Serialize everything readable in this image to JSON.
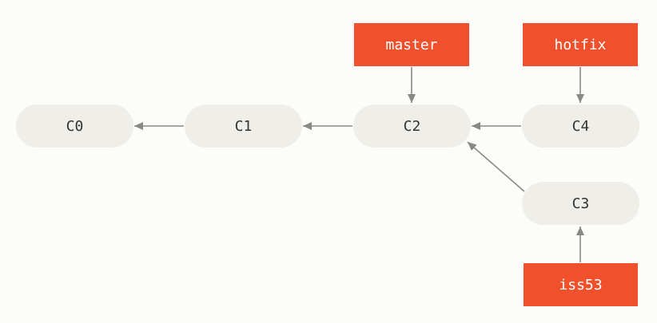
{
  "commits": {
    "c0": "C0",
    "c1": "C1",
    "c2": "C2",
    "c3": "C3",
    "c4": "C4"
  },
  "refs": {
    "master": "master",
    "hotfix": "hotfix",
    "iss53": "iss53"
  },
  "colors": {
    "commit_fill": "#efeee8",
    "commit_text": "#333333",
    "ref_fill": "#f0512c",
    "ref_text": "#ffffff",
    "arrow": "#8a8883",
    "background": "#fcfcfa"
  }
}
